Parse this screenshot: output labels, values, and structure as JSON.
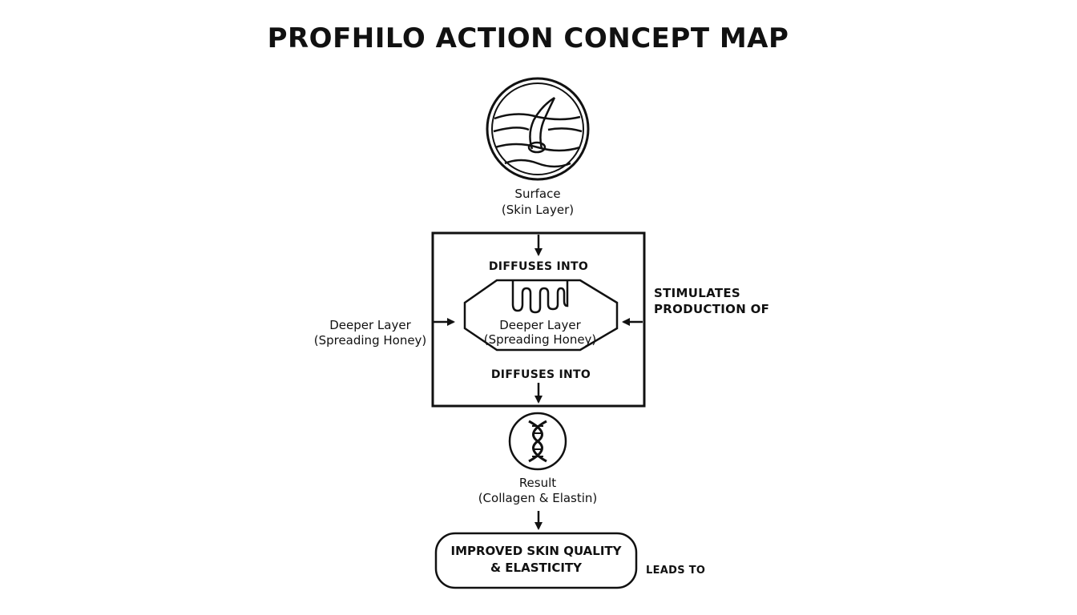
{
  "title": "PROFHILO ACTION CONCEPT MAP",
  "surface": {
    "title": "Surface",
    "subtitle": "(Skin Layer)",
    "icon": "skin-layer-icon"
  },
  "diffuses_top": "DIFFUSES INTO",
  "inner_node": {
    "title": "Deeper Layer",
    "subtitle": "(Spreading Honey)",
    "icon": "dripping-honey-icon"
  },
  "diffuses_bottom": "DIFFUSES INTO",
  "left_node": {
    "title": "Deeper Layer",
    "subtitle": "(Spreading Honey)"
  },
  "stimulates": {
    "line1": "STIMULATES",
    "line2": "PRODUCTION OF"
  },
  "result": {
    "title": "Result",
    "subtitle": "(Collagen & Elastin)",
    "icon": "dna-icon"
  },
  "outcome": {
    "line1": "IMPROVED SKIN QUALITY",
    "line2": "& ELASTICITY"
  },
  "leads_to": "LEADS TO"
}
